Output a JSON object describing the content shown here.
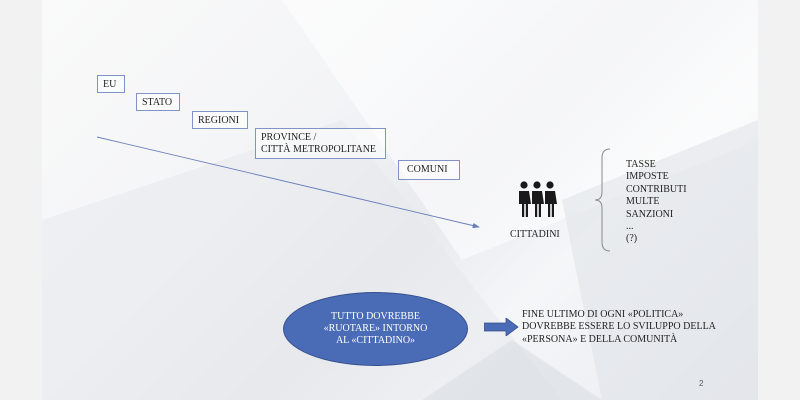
{
  "slide": {
    "levels": [
      {
        "label": "EU"
      },
      {
        "label": "STATO"
      },
      {
        "label": "REGIONI"
      },
      {
        "label_line1": "PROVINCE /",
        "label_line2": "CITTÀ METROPOLITANE"
      },
      {
        "label": "COMUNI"
      }
    ],
    "citizens": {
      "icon": "people-group-icon",
      "label": "CITTADINI"
    },
    "obligations": [
      "TASSE",
      "IMPOSTE",
      "CONTRIBUTI",
      "MULTE",
      "SANZIONI",
      "...",
      "(?)"
    ],
    "ellipse": {
      "line1": "TUTTO DOVREBBE",
      "line2": "«RUOTARE» INTORNO",
      "line3": "AL «CITTADINO»"
    },
    "goal": {
      "line1": "FINE ULTIMO DI OGNI «POLITICA»",
      "line2": "DOVREBBE ESSERE LO SVILUPPO DELLA",
      "line3": "«PERSONA» E DELLA COMUNITÀ"
    },
    "page_number": "2",
    "colors": {
      "box_border": "#7f93c6",
      "ellipse_fill": "#4a6bb5",
      "arrow": "#4a6bb5",
      "line": "#6a7fb8"
    }
  }
}
